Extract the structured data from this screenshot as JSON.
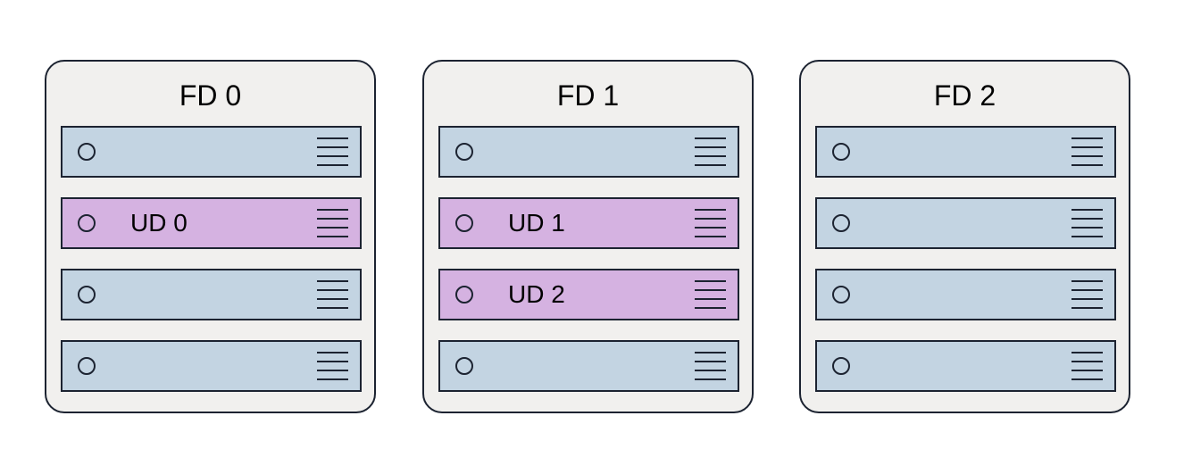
{
  "fault_domains": [
    {
      "title": "FD 0",
      "servers": [
        {
          "kind": "normal",
          "label": ""
        },
        {
          "kind": "ud",
          "label": "UD 0"
        },
        {
          "kind": "normal",
          "label": ""
        },
        {
          "kind": "normal",
          "label": ""
        }
      ]
    },
    {
      "title": "FD 1",
      "servers": [
        {
          "kind": "normal",
          "label": ""
        },
        {
          "kind": "ud",
          "label": "UD 1"
        },
        {
          "kind": "ud",
          "label": "UD 2"
        },
        {
          "kind": "normal",
          "label": ""
        }
      ]
    },
    {
      "title": "FD 2",
      "servers": [
        {
          "kind": "normal",
          "label": ""
        },
        {
          "kind": "normal",
          "label": ""
        },
        {
          "kind": "normal",
          "label": ""
        },
        {
          "kind": "normal",
          "label": ""
        }
      ]
    }
  ],
  "colors": {
    "fault_domain_fill": "#f1f0ee",
    "server_fill": "#c3d4e2",
    "update_domain_fill": "#d5b2e1",
    "outline": "#1c2331"
  },
  "icons": {
    "power": "power-indicator-icon",
    "vent": "server-vent-icon"
  }
}
